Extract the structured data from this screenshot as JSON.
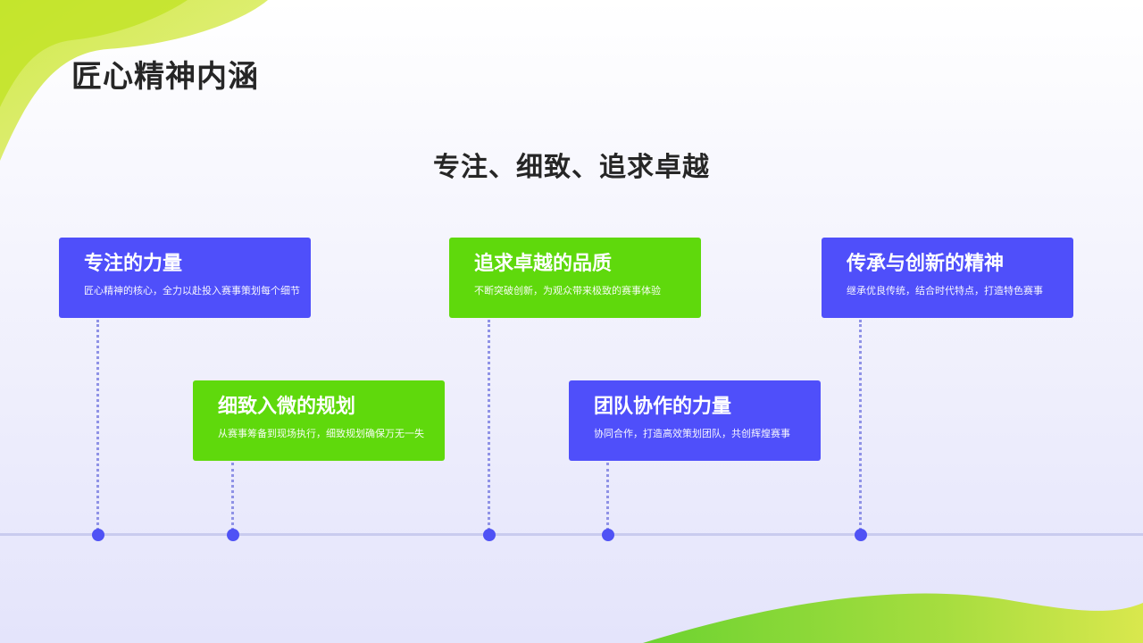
{
  "page": {
    "title": "匠心精神内涵",
    "subtitle": "专注、细致、追求卓越"
  },
  "colors": {
    "blue": "#4f4ffa",
    "green": "#5fd90c",
    "axis": "#c9cbee",
    "dot": "#4f52f5",
    "title_text": "#262626"
  },
  "cards": [
    {
      "title": "专注的力量",
      "desc": "匠心精神的核心，全力以赴投入赛事策划每个细节",
      "color": "blue"
    },
    {
      "title": "细致入微的规划",
      "desc": "从赛事筹备到现场执行，细致规划确保万无一失",
      "color": "green"
    },
    {
      "title": "追求卓越的品质",
      "desc": "不断突破创新，为观众带来极致的赛事体验",
      "color": "green"
    },
    {
      "title": "团队协作的力量",
      "desc": "协同合作，打造高效策划团队，共创辉煌赛事",
      "color": "blue"
    },
    {
      "title": "传承与创新的精神",
      "desc": "继承优良传统，结合时代特点，打造特色赛事",
      "color": "blue"
    }
  ]
}
